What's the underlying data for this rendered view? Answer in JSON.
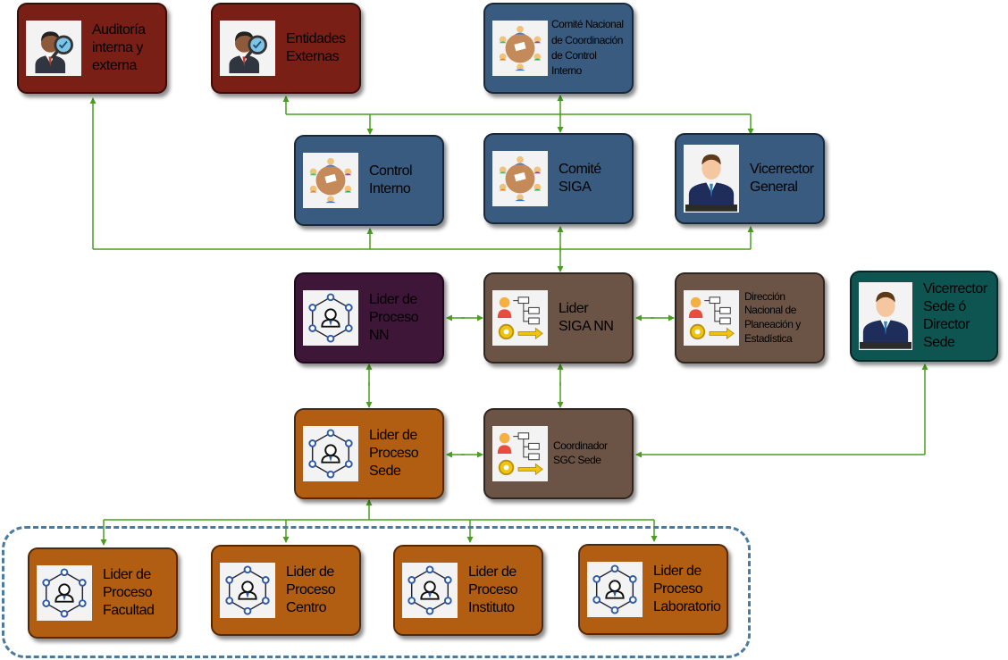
{
  "nodes": {
    "auditoria": "Auditoría\ninterna y\nexterna",
    "entidades": "Entidades\nExternas",
    "comite_nacional": "Comité Nacional\nde Coordinación\nde Control\nInterno",
    "control_interno": "Control\nInterno",
    "comite_siga": "Comité\nSIGA",
    "vicerrector_general": "Vicerrector\nGeneral",
    "lider_nn": "Lider de\nProceso\nNN",
    "lider_siga_nn": "Lider\nSIGA NN",
    "direccion_nacional": "Dirección\nNacional de\nPlaneación y\nEstadística",
    "vicerrector_sede": "Vicerrector\nSede ó\nDirector\nSede",
    "lider_sede": "Lider de\nProceso\nSede",
    "coordinador": "Coordinador\nSGC Sede",
    "lider_facultad": "Lider de\nProceso\nFacultad",
    "lider_centro": "Lider de\nProceso\nCentro",
    "lider_instituto": "Lider de\nProceso\nInstituto",
    "lider_laboratorio": "Lider de\nProceso\nLaboratorio"
  },
  "colors": {
    "connector": "#4a9e1f",
    "red": "#7a1f16",
    "blue": "#395b7f",
    "purple": "#3e1638",
    "brown": "#6b5446",
    "orange": "#b25e12",
    "teal": "#0e5552",
    "group_border": "#4a7aa0"
  },
  "icons": {
    "auditoria": "auditor-magnifier-icon",
    "entidades": "auditor-magnifier-icon",
    "comite_nacional": "meeting-table-icon",
    "control_interno": "meeting-table-icon",
    "comite_siga": "meeting-table-icon",
    "vicerrector_general": "executive-person-icon",
    "vicerrector_sede": "executive-person-icon",
    "lider_siga_nn": "process-flow-icon",
    "direccion_nacional": "process-flow-icon",
    "coordinador": "process-flow-icon",
    "lider_nn": "network-person-icon",
    "lider_sede": "network-person-icon",
    "lider_facultad": "network-person-icon",
    "lider_centro": "network-person-icon",
    "lider_instituto": "network-person-icon",
    "lider_laboratorio": "network-person-icon"
  }
}
